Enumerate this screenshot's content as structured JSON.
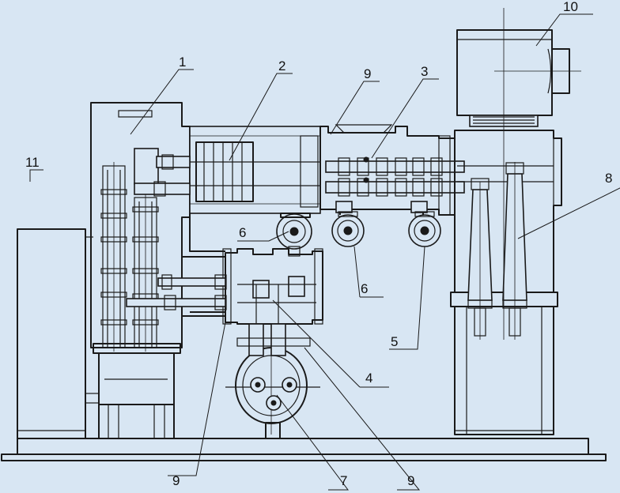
{
  "callouts": [
    {
      "id": "1",
      "text": "1"
    },
    {
      "id": "2",
      "text": "2"
    },
    {
      "id": "3",
      "text": "3"
    },
    {
      "id": "4",
      "text": "4"
    },
    {
      "id": "5",
      "text": "5"
    },
    {
      "id": "6a",
      "text": "6"
    },
    {
      "id": "6b",
      "text": "6"
    },
    {
      "id": "7",
      "text": "7"
    },
    {
      "id": "8",
      "text": "8"
    },
    {
      "id": "9a",
      "text": "9"
    },
    {
      "id": "9b",
      "text": "9"
    },
    {
      "id": "9c",
      "text": "9"
    },
    {
      "id": "10",
      "text": "10"
    },
    {
      "id": "11",
      "text": "11"
    }
  ],
  "colors": {
    "background": "#d8e6f3",
    "line": "#1a1a1a"
  }
}
